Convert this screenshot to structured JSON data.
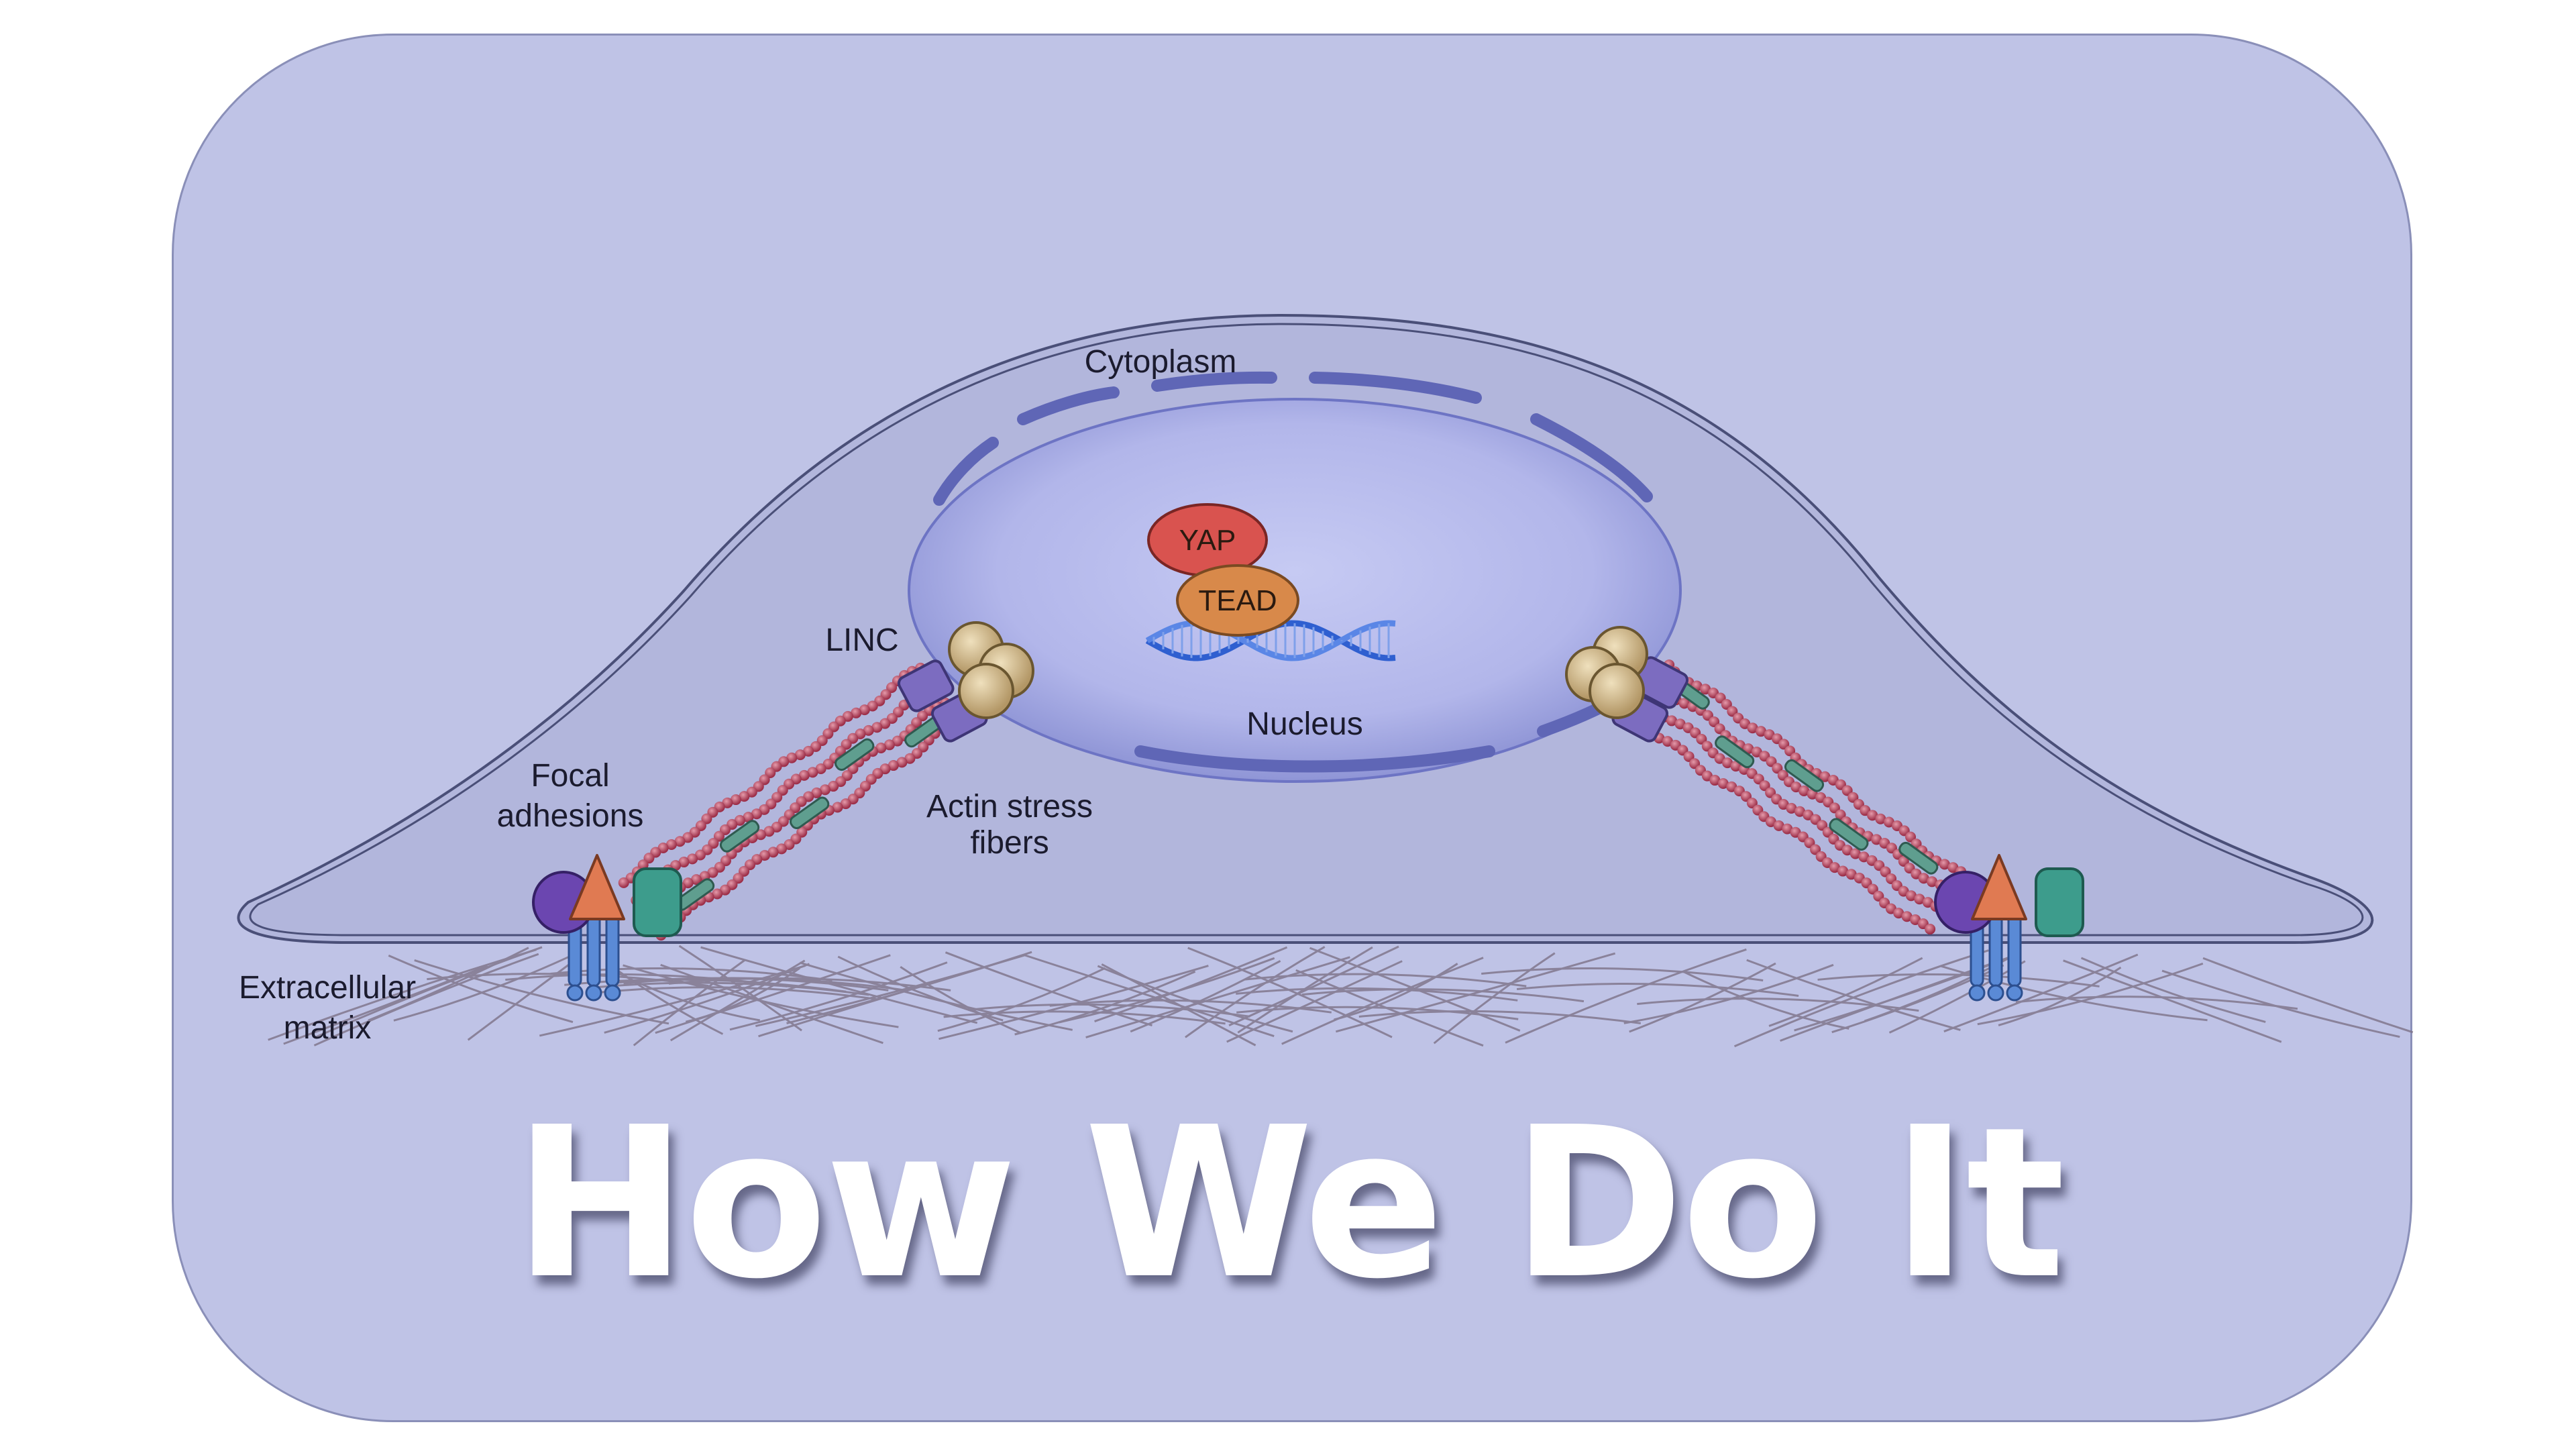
{
  "diagram": {
    "labels": {
      "cytoplasm": "Cytoplasm",
      "nucleus": "Nucleus",
      "linc": "LINC",
      "focal_line1": "Focal",
      "focal_line2": "adhesions",
      "actin_line1": "Actin stress",
      "actin_line2": "fibers",
      "ecm_line1": "Extracellular",
      "ecm_line2": "matrix"
    },
    "proteins": {
      "yap": "YAP",
      "tead": "TEAD"
    },
    "colors": {
      "card_background": "#bfc3e6",
      "cell_fill": "#b2b6dc",
      "nucleus_fill": "#b4b8ea",
      "nuclear_envelope": "#5f66b6",
      "yap": "#d9534f",
      "tead": "#d8894a",
      "dna": "#2f5fd0",
      "actin_bead": "#b8475f",
      "myosin_bar": "#5f9e8f",
      "linc_nesprin": "#7c6cc0",
      "linc_sun": "#cbb382",
      "integrin_beta": "#5a8ad6",
      "talin_triangle": "#e07a52",
      "kindlin_circle": "#6b46b0",
      "vinculin_block": "#3d9c8c",
      "ecm_fibers": "#7d7288"
    }
  },
  "headline": "How We Do It"
}
